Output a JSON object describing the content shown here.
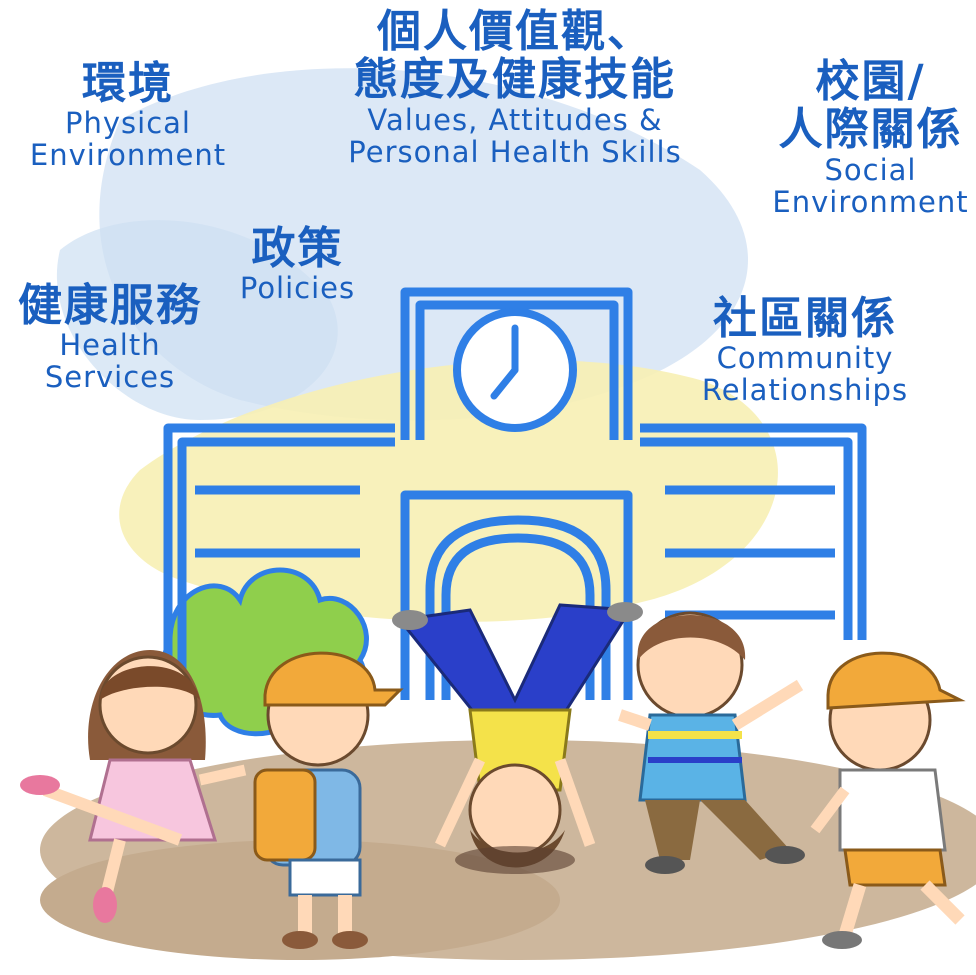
{
  "labels": {
    "values": {
      "zh_line1": "個人價值觀、",
      "zh_line2": "態度及健康技能",
      "en_line1": "Values, Attitudes &",
      "en_line2": "Personal Health Skills"
    },
    "physical": {
      "zh": "環境",
      "en_line1": "Physical",
      "en_line2": "Environment"
    },
    "social": {
      "zh_line1": "校園/",
      "zh_line2": "人際關係",
      "en_line1": "Social",
      "en_line2": "Environment"
    },
    "policies": {
      "zh": "政策",
      "en": "Policies"
    },
    "health": {
      "zh": "健康服務",
      "en_line1": "Health",
      "en_line2": "Services"
    },
    "community": {
      "zh": "社區關係",
      "en_line1": "Community",
      "en_line2": "Relationships"
    }
  },
  "illustration": {
    "school_icon": "school-building-icon",
    "clock_icon": "clock-icon",
    "children": [
      "girl-dancing",
      "boy-with-backpack",
      "boy-handstand",
      "boy-waving",
      "boy-running"
    ]
  },
  "colors": {
    "label": "#1a5fbf",
    "building": "#2f7fe6",
    "ground": "#c9b39a",
    "wash_blue": "#cfdff0",
    "wash_yellow": "#f6eeb0"
  }
}
